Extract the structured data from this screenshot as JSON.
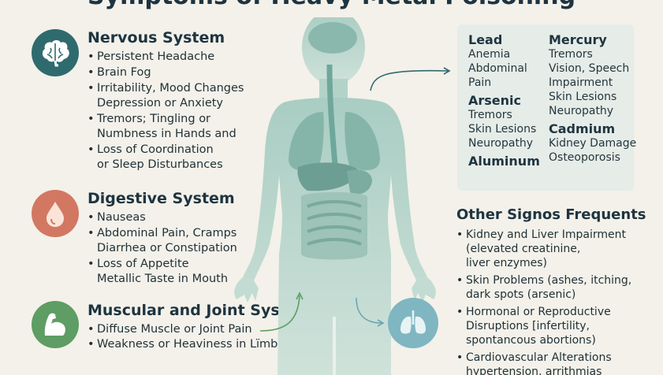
{
  "title": "Symptoms of Heavy Metal Poisoning",
  "nervous": {
    "heading": "Nervous System",
    "icon": "brain-icon",
    "color": "#2f6b6e",
    "items": [
      [
        "Persistent Headache"
      ],
      [
        "Brain Fog"
      ],
      [
        "Irritability, Mood Changes",
        "Depression or Anxiety"
      ],
      [
        "Tremors; Tingling or",
        "Numbness in Hands and"
      ],
      [
        "Loss of Coordination",
        "or Sleep Disturbances"
      ]
    ]
  },
  "digestive": {
    "heading": "Digestive System",
    "icon": "drop-icon",
    "color": "#d27862",
    "items": [
      [
        "Nauseas"
      ],
      [
        "Abdominal Pain, Cramps",
        "Diarrhea or Constipation"
      ],
      [
        "Loss of Appetite",
        "Metallic Taste in Mouth"
      ]
    ]
  },
  "muscular": {
    "heading": "Muscular and Joint System",
    "icon": "arm-muscle-icon",
    "color": "#5e9d63",
    "items": [
      [
        "Diffuse Muscle or Joint Pain"
      ],
      [
        "Weakness or Heaviness in Lïmbs"
      ]
    ]
  },
  "metals": {
    "left": [
      {
        "name": "Lead",
        "items": [
          "Anemia",
          "Abdominal",
          "Pain"
        ]
      },
      {
        "name": "Arsenic",
        "items": [
          "Tremors",
          "Skin Lesions",
          "Neuropathy"
        ]
      },
      {
        "name": "Aluminum",
        "items": []
      }
    ],
    "right": [
      {
        "name": "Mercury",
        "items": [
          "Tremors",
          "Vision, Speech",
          "Impairment",
          "Skin Lesions",
          "Neuropathy"
        ]
      },
      {
        "name": "Cadmium",
        "items": [
          "Kidney Damage",
          "Osteoporosis"
        ]
      }
    ]
  },
  "other": {
    "heading": "Other Signos Frequents",
    "items": [
      [
        "Kidney and Liver Impairment",
        "(elevated creatinine,",
        "liver enzymes)"
      ],
      [
        "Skin Problems  (ashes, itching,",
        "dark spots (arsenic)"
      ],
      [
        "Hormonal or Reproductive",
        "Disruptions [infertility,",
        "spontancous abortions)"
      ],
      [
        "Cardiovascular Alterations",
        "hypertension, arrithmias"
      ]
    ]
  },
  "lungs_icon": "lungs-icon",
  "body_icon": "human-body-silhouette"
}
